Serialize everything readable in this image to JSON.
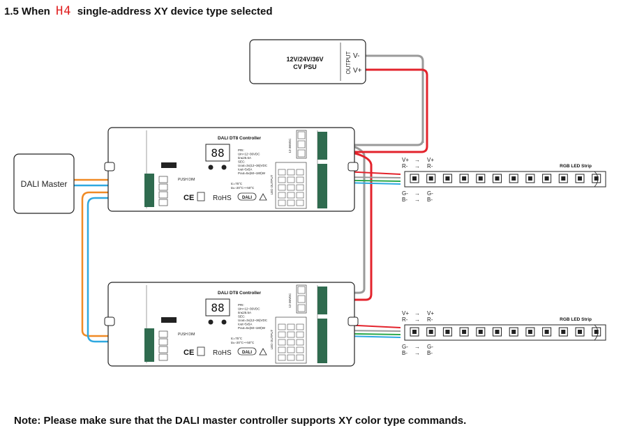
{
  "title": {
    "prefix": "1.5 When",
    "mode_code": "H4",
    "suffix": "single-address XY device type selected"
  },
  "psu": {
    "label_line1": "12V/24V/36V",
    "label_line2": "CV PSU",
    "output_label": "OUTPUT",
    "vminus": "V-",
    "vplus": "V+"
  },
  "dali_master": {
    "label": "DALI Master"
  },
  "controllers": [
    {
      "name": "DALI DT8 Controller",
      "display": "88",
      "power_label": "12-36VDC",
      "push_dim": "PUSH DIM",
      "specs": [
        "PRI:",
        "Uin=12~36VDC",
        "Iin≤25.5A",
        "SEC:",
        "Uout=3x(12~36)VDC",
        "Iout=5x5A",
        "Pout=5x(60~180)W"
      ],
      "temps": [
        "tc=75°C",
        "ta=-20°C~+50°C"
      ],
      "certs": [
        "CE",
        "RoHS",
        "DALI"
      ],
      "led_output": "LED OUTPUT"
    },
    {
      "name": "DALI DT8 Controller",
      "display": "88",
      "power_label": "12-36VDC",
      "push_dim": "PUSH DIM",
      "specs": [
        "PRI:",
        "Uin=12~36VDC",
        "Iin≤25.5A",
        "SEC:",
        "Uout=3x(12~36)VDC",
        "Iout=5x5A",
        "Pout=5x(60~180)W"
      ],
      "temps": [
        "tc=75°C",
        "ta=-20°C~+50°C"
      ],
      "certs": [
        "CE",
        "RoHS",
        "DALI"
      ],
      "led_output": "LED OUTPUT"
    }
  ],
  "strips": [
    {
      "label": "RGB LED Strip",
      "map_top": [
        {
          "from": "V+",
          "to": "V+"
        },
        {
          "from": "R-",
          "to": "R-"
        }
      ],
      "map_bottom": [
        {
          "from": "G-",
          "to": "G-"
        },
        {
          "from": "B-",
          "to": "B-"
        }
      ]
    },
    {
      "label": "RGB LED Strip",
      "map_top": [
        {
          "from": "V+",
          "to": "V+"
        },
        {
          "from": "R-",
          "to": "R-"
        }
      ],
      "map_bottom": [
        {
          "from": "G-",
          "to": "G-"
        },
        {
          "from": "B-",
          "to": "B-"
        }
      ]
    }
  ],
  "note": "Note: Please make sure that the DALI master controller supports XY color type commands.",
  "colors": {
    "wire_red": "#e3232c",
    "wire_gray": "#9a9a9a",
    "wire_orange": "#f08a24",
    "wire_blue": "#2ea8e0",
    "wire_green": "#2aa84a",
    "terminal_green": "#2f6b4f",
    "title_code": "#e02020"
  }
}
